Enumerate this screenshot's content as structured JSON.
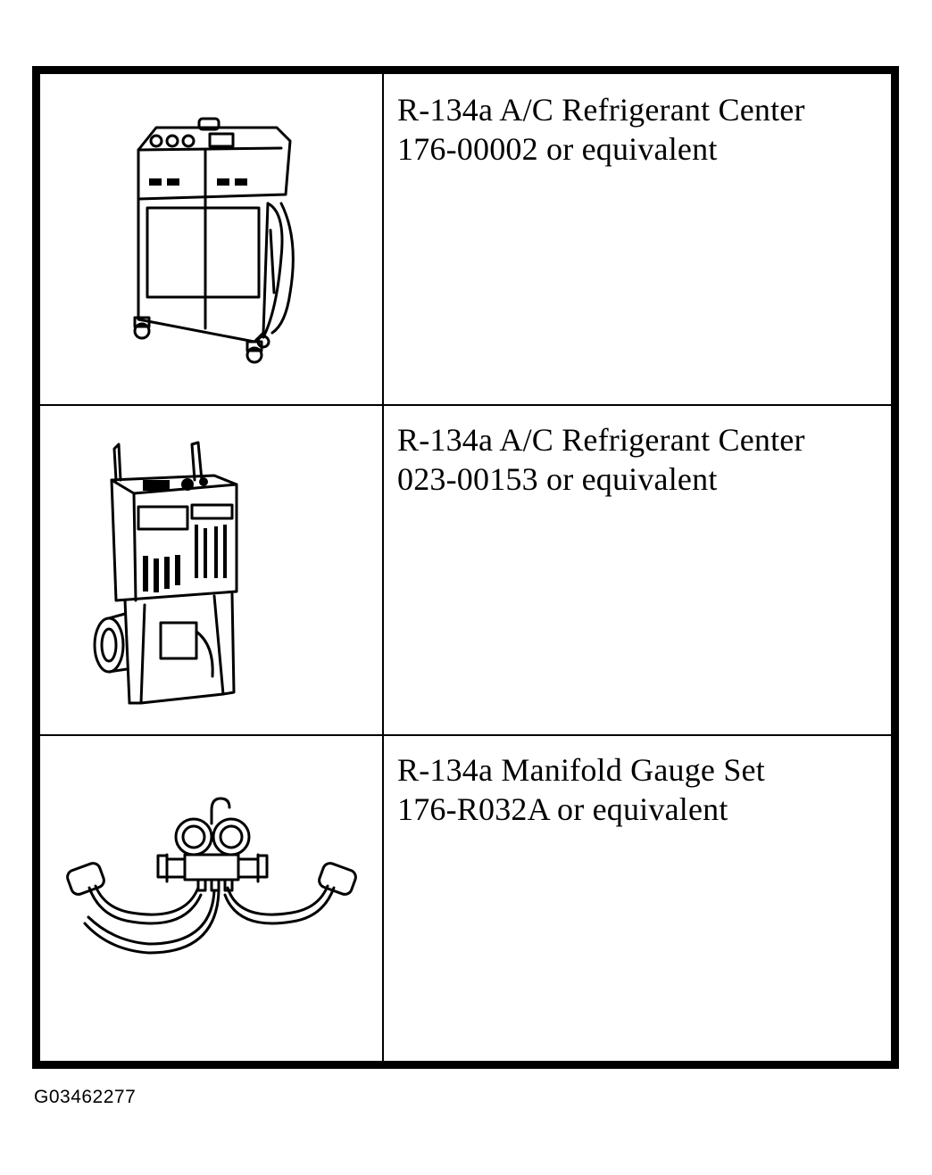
{
  "tools": [
    {
      "illustration": "refrigerant-center-cabinet",
      "name": "R-134a A/C Refrigerant Center",
      "part": "176-00002 or equivalent"
    },
    {
      "illustration": "refrigerant-center-cart",
      "name": "R-134a A/C Refrigerant Center",
      "part": "023-00153 or equivalent"
    },
    {
      "illustration": "manifold-gauge-set",
      "name": "R-134a Manifold Gauge Set",
      "part": "176-R032A or equivalent"
    }
  ],
  "figure_id": "G03462277"
}
